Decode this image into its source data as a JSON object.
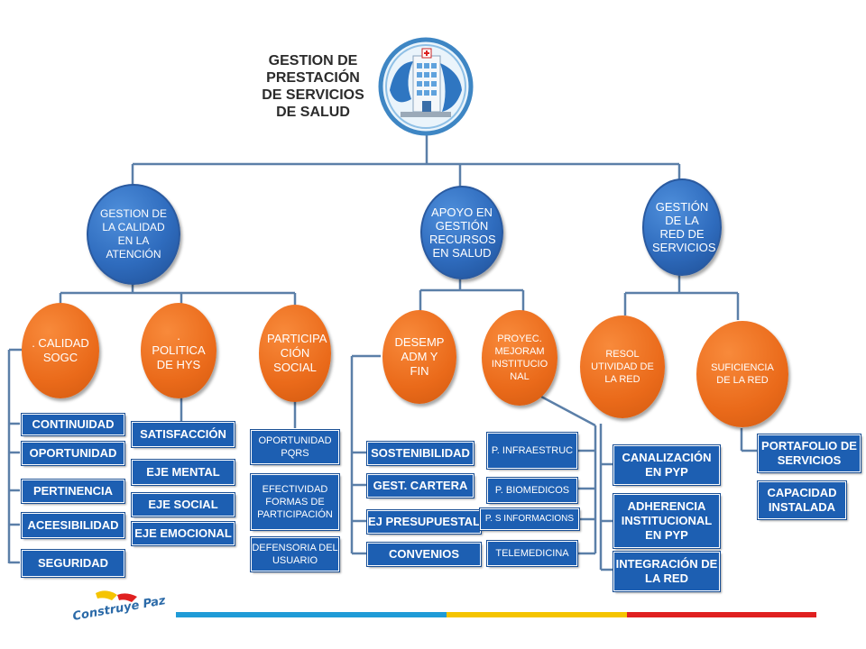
{
  "title": "GESTION DE PRESTACIÓN DE SERVICIOS DE SALUD",
  "level1": {
    "calidad": "GESTION DE LA CALIDAD EN LA ATENCIÓN",
    "apoyo": "APOYO EN GESTIÓN RECURSOS EN SALUD",
    "red": "GESTIÓN DE LA RED DE SERVICIOS"
  },
  "level2": {
    "calidad_sogc": ". CALIDAD SOGC",
    "politica": ". POLITICA DE HYS",
    "participacion": "PARTICIPA CIÓN SOCIAL",
    "desemp": "DESEMP ADM Y FIN",
    "proyec": "PROYEC. MEJORAM INSTITUCIO NAL",
    "resol": "RESOL UTIVIDAD DE LA RED",
    "suficiencia": "SUFICIENCIA DE LA RED"
  },
  "boxes": {
    "sogc": [
      "CONTINUIDAD",
      "OPORTUNIDAD",
      "PERTINENCIA",
      "ACEESIBILIDAD",
      "SEGURIDAD"
    ],
    "hys": [
      "SATISFACCIÓN",
      "EJE MENTAL",
      "EJE SOCIAL",
      "EJE EMOCIONAL"
    ],
    "social": [
      "OPORTUNIDAD PQRS",
      "EFECTIVIDAD FORMAS DE PARTICIPACIÓN",
      "DEFENSORIA DEL USUARIO"
    ],
    "desemp": [
      "SOSTENIBILIDAD",
      "GEST. CARTERA",
      "EJ PRESUPUESTAL",
      "CONVENIOS"
    ],
    "proyec": [
      "P. INFRAESTRUC",
      "P. BIOMEDICOS",
      "P. S INFORMACIONS",
      "TELEMEDICINA"
    ],
    "resol": [
      "CANALIZACIÓN EN PYP",
      "ADHERENCIA INSTITUCIONAL EN PYP",
      "INTEGRACIÓN DE LA RED"
    ],
    "suficiencia": [
      "PORTAFOLIO DE SERVICIOS",
      "CAPACIDAD INSTALADA"
    ]
  },
  "logo": {
    "text": "Construye Paz",
    "stripe_colors": [
      "#1f9bd7",
      "#f5c400",
      "#e02020"
    ]
  },
  "icon": "hospital-building-icon"
}
